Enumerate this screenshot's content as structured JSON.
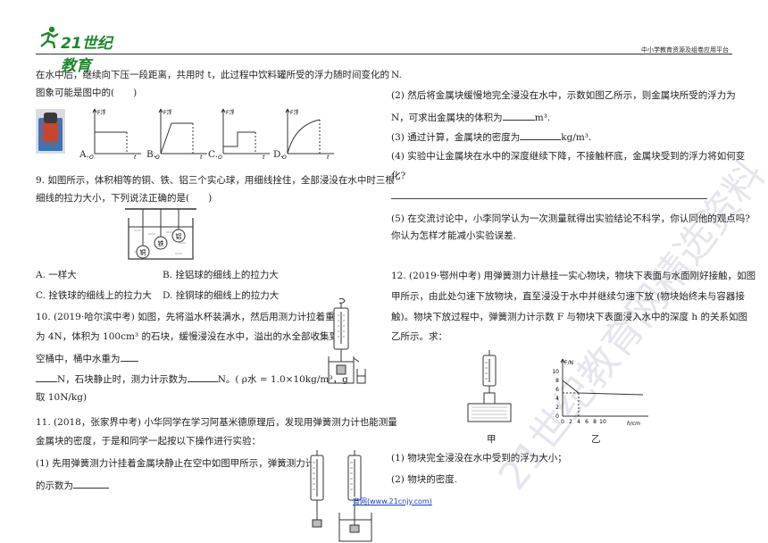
{
  "header": {
    "logo": "21世纪教育",
    "right": "中小学教育资源及组卷应用平台"
  },
  "left": [
    "在水中后，继续向下压一段距离，共用时 t，此过程中饮料罐所受的浮力随时间变化的",
    "图象可能是图中的(　　)",
    "9. 如图所示，体积相等的铜、铁、铝三个实心球，用细线拴住，全部浸没在水中时三根",
    "细线的拉力大小，下列说法正确的是(　　)",
    "A. 一样大",
    "B. 拴铝球的细线上的拉力大",
    "C. 拴铁球的细线上的拉力大",
    "D. 拴铜球的细线上的拉力大",
    "10. (2019·哈尔滨中考) 如图，先将溢水杯装满水，然后用测力计拉着重",
    "为 4N，体积为 100cm³ 的石块，缓慢浸没在水中，溢出的水全部收集到小",
    "空桶中，桶中水重为",
    "N，石块静止时，测力计示数为",
    "N。( ρ水 = 1.0×10kg/m³，g",
    "取 10N/kg)",
    "11. (2018，张家界中考) 小华同学在学习阿基米德原理后，发现用弹簧测力计也能测量",
    "金属块的密度，于是和同学一起按以下操作进行实验：",
    "(1) 先用弹簧测力计挂着金属块静止在空中如图甲所示，弹簧测力计",
    "的示数为"
  ],
  "options": [
    "A.",
    "B.",
    "C.",
    "D."
  ],
  "graph": {
    "y": "F浮",
    "x": "t",
    "o": "O"
  },
  "balls": [
    "铝",
    "铁",
    "铜"
  ],
  "right": [
    "N.",
    "(2) 然后将金属块缓慢地完全浸没在水中，示数如图乙所示，则金属块所受的浮力为",
    "N，可求出金属块的体积为",
    "m³.",
    "(3) 通过计算，金属块的密度为",
    "kg/m³.",
    "(4) 实验中让金属块在水中的深度继续下降，不接触杯底，金属块受到的浮力将如何变",
    "化?",
    "(5) 在交流讨论中，小李同学认为一次测量就得出实验结论不科学，你认同他的观点吗?",
    "你认为怎样才能减小实验误差.",
    "12. (2019·鄂州中考) 用弹簧测力计悬挂一实心物块，物块下表面与水面刚好接触，如图",
    "甲所示，由此处匀速下放物块，直至浸没于水中并继续匀速下放 (物块始终未与容器接",
    "触)。物块下放过程中，弹簧测力计示数 F 与物块下表面浸入水中的深度 h 的关系如图",
    "乙所示。求：",
    "甲",
    "乙",
    "(1) 物块完全浸没在水中受到的浮力大小；",
    "(2) 物块的密度."
  ],
  "chart2": {
    "ylabel": "F/N",
    "xlabel": "h/cm",
    "yticks": [
      "0",
      "2",
      "4",
      "6",
      "8",
      "10"
    ],
    "xticks": [
      "0",
      "2",
      "4",
      "6",
      "8",
      "10"
    ]
  },
  "footer": "育网(www.21cnjy.com)",
  "watermark": "21世纪教育网精选资料"
}
